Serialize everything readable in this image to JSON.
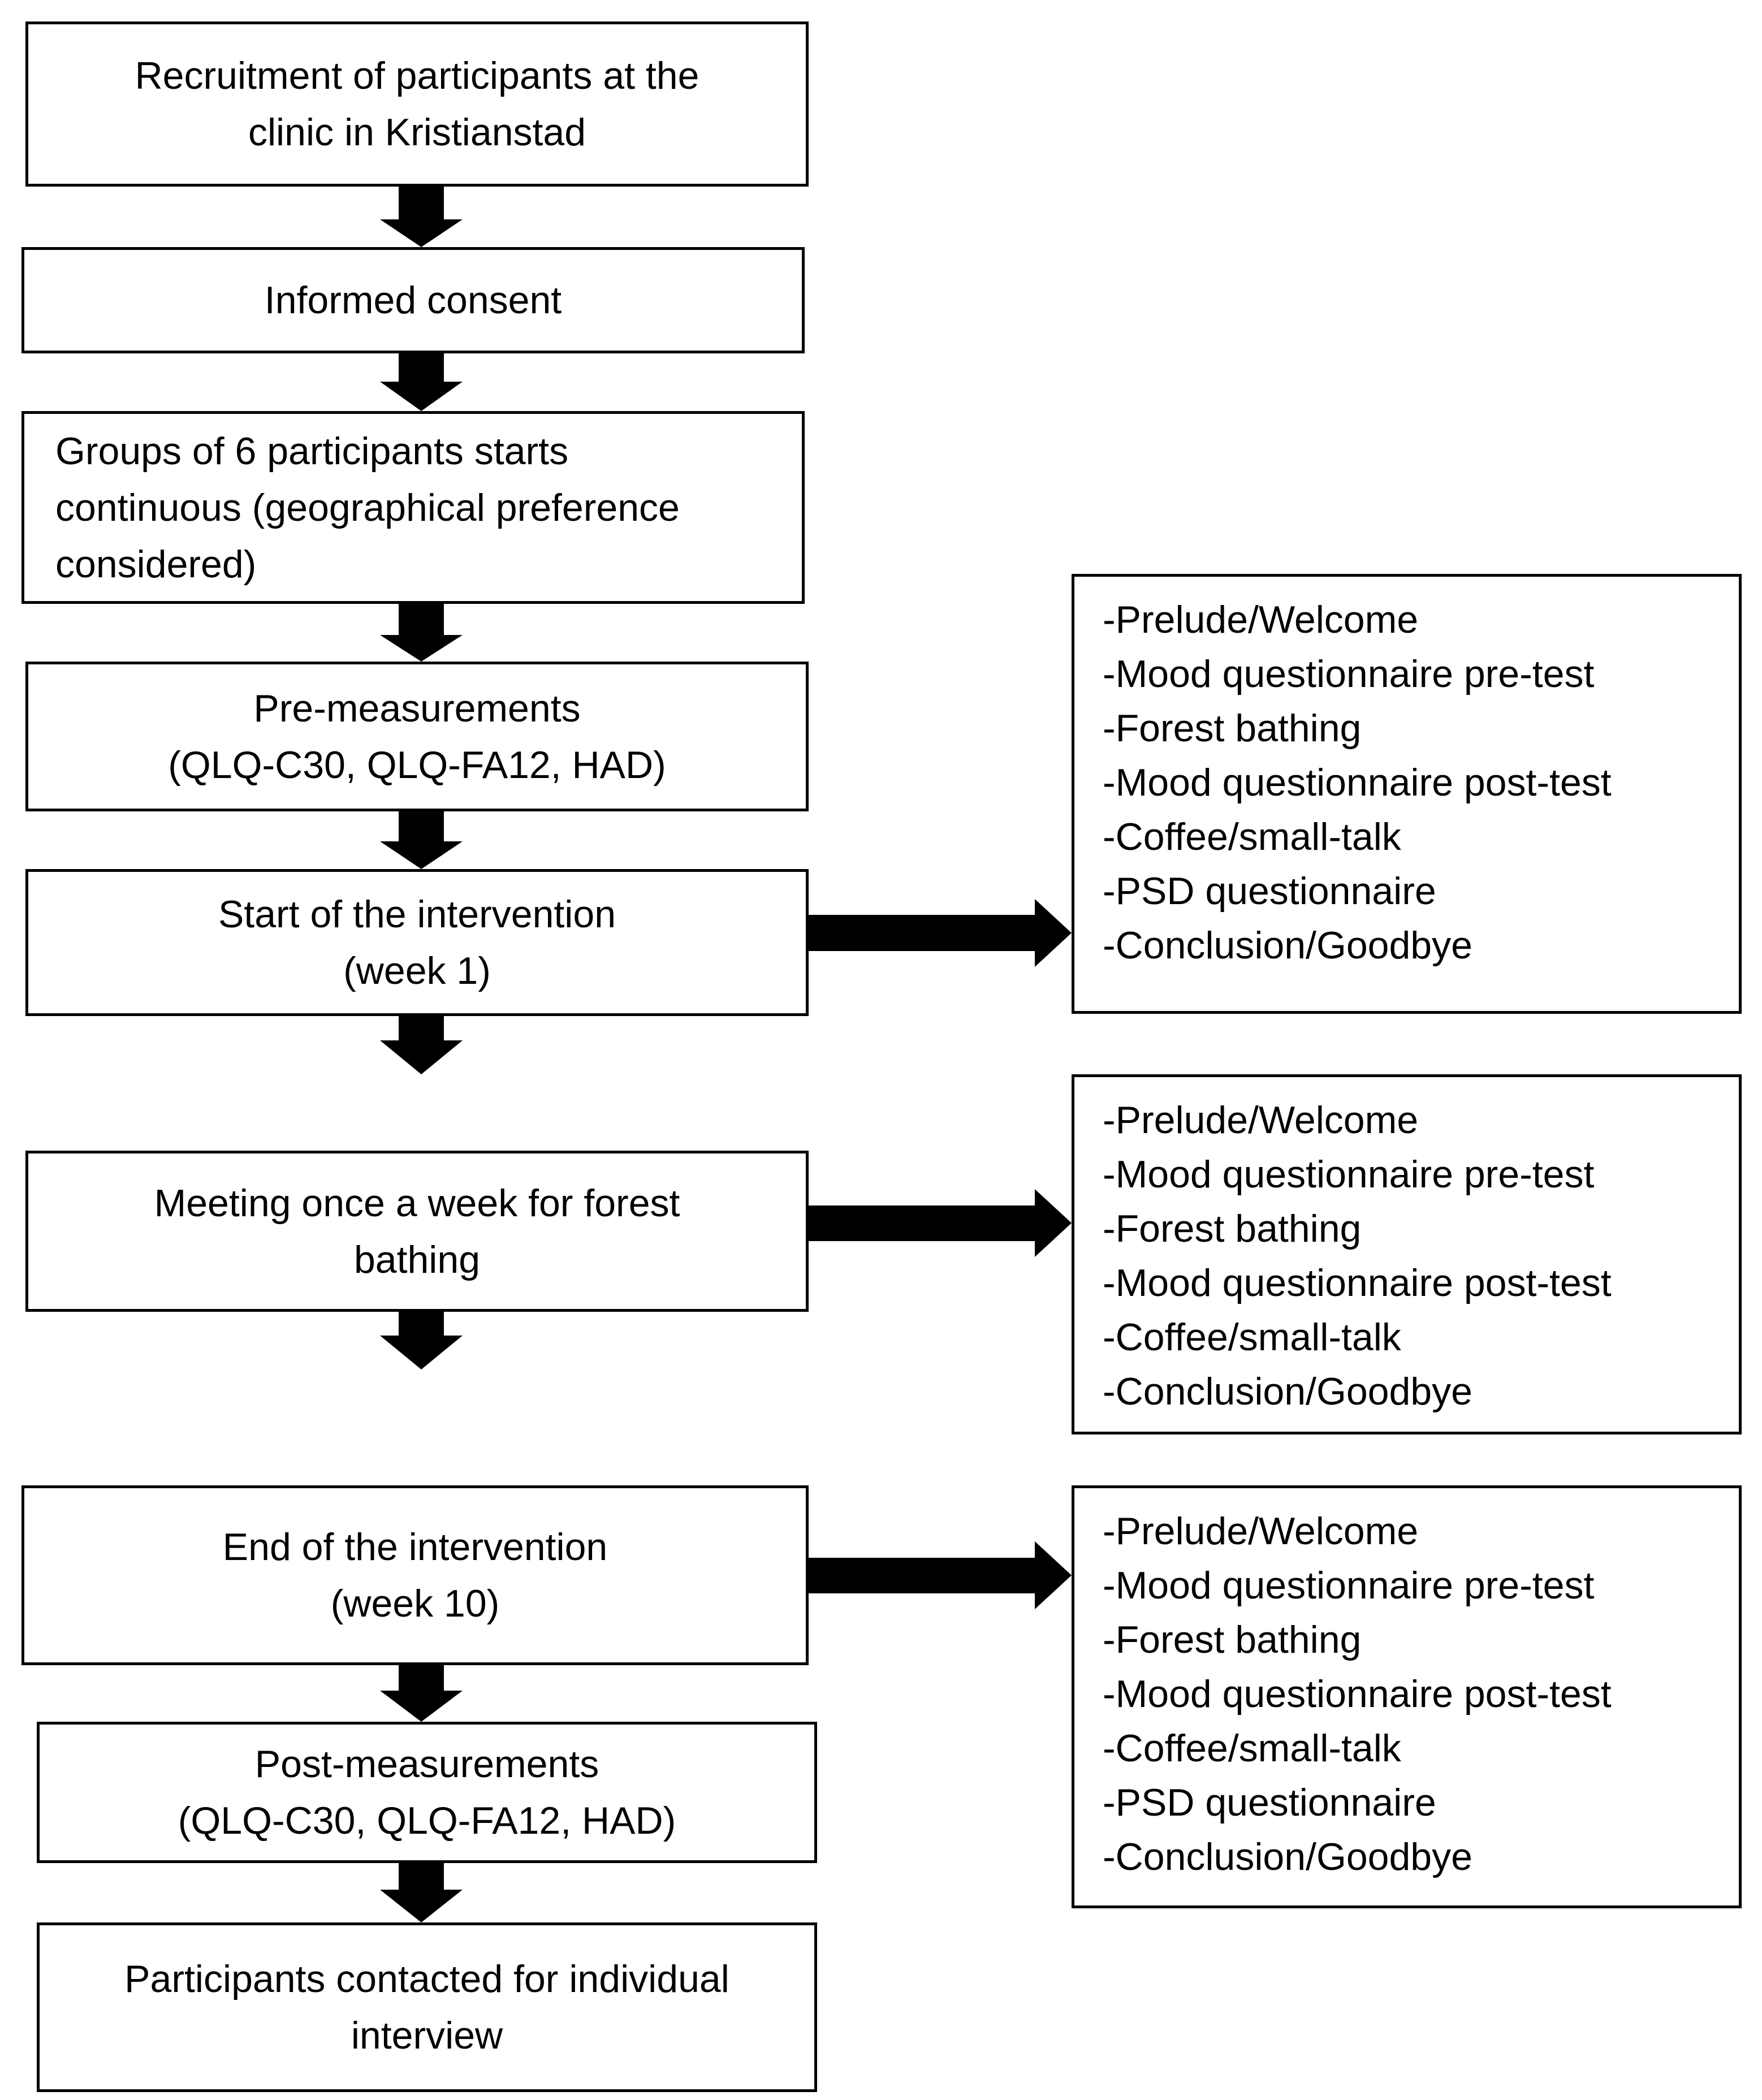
{
  "flow_steps": [
    {
      "id": "recruitment",
      "lines": [
        "Recruitment of participants at the",
        "clinic in Kristianstad"
      ]
    },
    {
      "id": "consent",
      "lines": [
        "Informed consent"
      ]
    },
    {
      "id": "groups",
      "lines": [
        "Groups of 6 participants starts",
        "continuous (geographical preference",
        "considered)"
      ]
    },
    {
      "id": "pre-measurements",
      "lines": [
        "Pre-measurements",
        "(QLQ-C30, QLQ-FA12, HAD)"
      ]
    },
    {
      "id": "start-intervention",
      "lines": [
        "Start of the intervention",
        "(week 1)"
      ]
    },
    {
      "id": "weekly-meeting",
      "lines": [
        "Meeting once a week for forest",
        "bathing"
      ]
    },
    {
      "id": "end-intervention",
      "lines": [
        "End of the intervention",
        "(week 10)"
      ]
    },
    {
      "id": "post-measurements",
      "lines": [
        "Post-measurements",
        "(QLQ-C30, QLQ-FA12, HAD)"
      ]
    },
    {
      "id": "interview",
      "lines": [
        "Participants contacted for individual",
        "interview"
      ]
    }
  ],
  "side_lists": [
    {
      "id": "start-activities",
      "items": [
        "-Prelude/Welcome",
        "-Mood questionnaire pre-test",
        "-Forest bathing",
        "-Mood questionnaire post-test",
        "-Coffee/small-talk",
        "-PSD questionnaire",
        "-Conclusion/Goodbye"
      ]
    },
    {
      "id": "weekly-activities",
      "items": [
        "-Prelude/Welcome",
        "-Mood questionnaire pre-test",
        "-Forest bathing",
        "-Mood questionnaire post-test",
        "-Coffee/small-talk",
        "-Conclusion/Goodbye"
      ]
    },
    {
      "id": "end-activities",
      "items": [
        "-Prelude/Welcome",
        "-Mood questionnaire pre-test",
        "-Forest bathing",
        "-Mood questionnaire post-test",
        "-Coffee/small-talk",
        "-PSD questionnaire",
        "-Conclusion/Goodbye"
      ]
    }
  ]
}
